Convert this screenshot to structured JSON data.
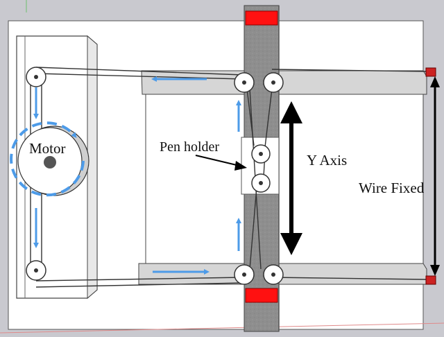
{
  "labels": {
    "motor": "Motor",
    "pen_holder": "Pen holder",
    "y_axis": "Y Axis",
    "wire_fixed": "Wire Fixed"
  },
  "colors": {
    "background": "#c9c9cf",
    "board": "#ffffff",
    "rail": "#d6d6d6",
    "carriage": "#8e8e8e",
    "stop_block": "#ff1111",
    "flow_arrow": "#4d9be8",
    "wire": "#333333"
  },
  "icons": {
    "pulley": "pulley-icon",
    "flow_arrow": "arrow-icon",
    "axis_arrow": "double-arrow-icon"
  }
}
